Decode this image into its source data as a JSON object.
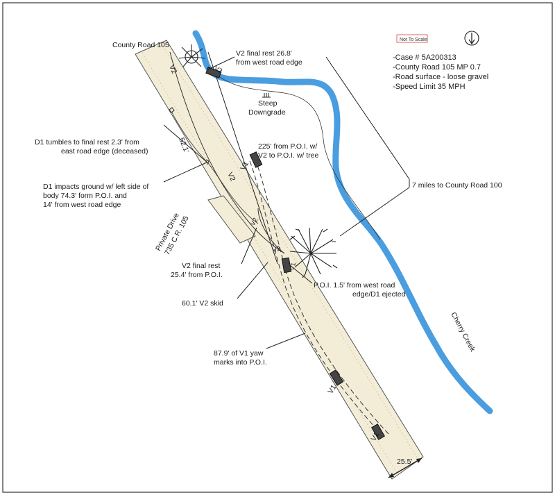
{
  "road": {
    "name": "County Road 105",
    "width_label": "25.5'",
    "distance_to_next_road": "7 miles to County Road 100",
    "grade_note_line1": "Steep",
    "grade_note_line2": "Downgrade"
  },
  "private_drive": {
    "line1": "Private Drive",
    "line2": "735 C.R. 105"
  },
  "creek": {
    "name": "Cherry Creek",
    "color": "#4a9ee0"
  },
  "scale_box": "Not To Scale",
  "info_block": [
    "-Case # 5A200313",
    "-County Road 105 MP 0.7",
    "-Road surface - loose gravel",
    "-Speed Limit 35 MPH"
  ],
  "vehicle_labels": {
    "v1": "V1",
    "v2": "V2"
  },
  "measurements": {
    "d1_final_distance": "52.1'"
  },
  "annotations": {
    "v2_final_rest_line1": "V2 final rest 26.8'",
    "v2_final_rest_line2": "from west road edge",
    "d1_tumbles_line1": "D1 tumbles to final rest 2.3' from",
    "d1_tumbles_line2": "east road edge (deceased)",
    "d1_impacts_line1": "D1 impacts ground w/ left side of",
    "d1_impacts_line2": "body 74.3' form P.O.I. and",
    "d1_impacts_line3": "14' from west road edge",
    "distance_225_line1": "225' from P.O.I. w/",
    "distance_225_line2": "V2 to P.O.I. w/ tree",
    "v2_rest_poi_line1": "V2 final rest",
    "v2_rest_poi_line2": "25.4' from P.O.I.",
    "v2_skid": "60.1' V2 skid",
    "poi_line1": "P.O.I. 1.5' from west road",
    "poi_line2": "edge/D1 ejected",
    "v1_yaw_line1": "87.9' of V1 yaw",
    "v1_yaw_line2": "marks into P.O.I."
  },
  "colors": {
    "road_fill": "#f3edd8",
    "ink": "#222222",
    "creek": "#4a9ee0"
  }
}
